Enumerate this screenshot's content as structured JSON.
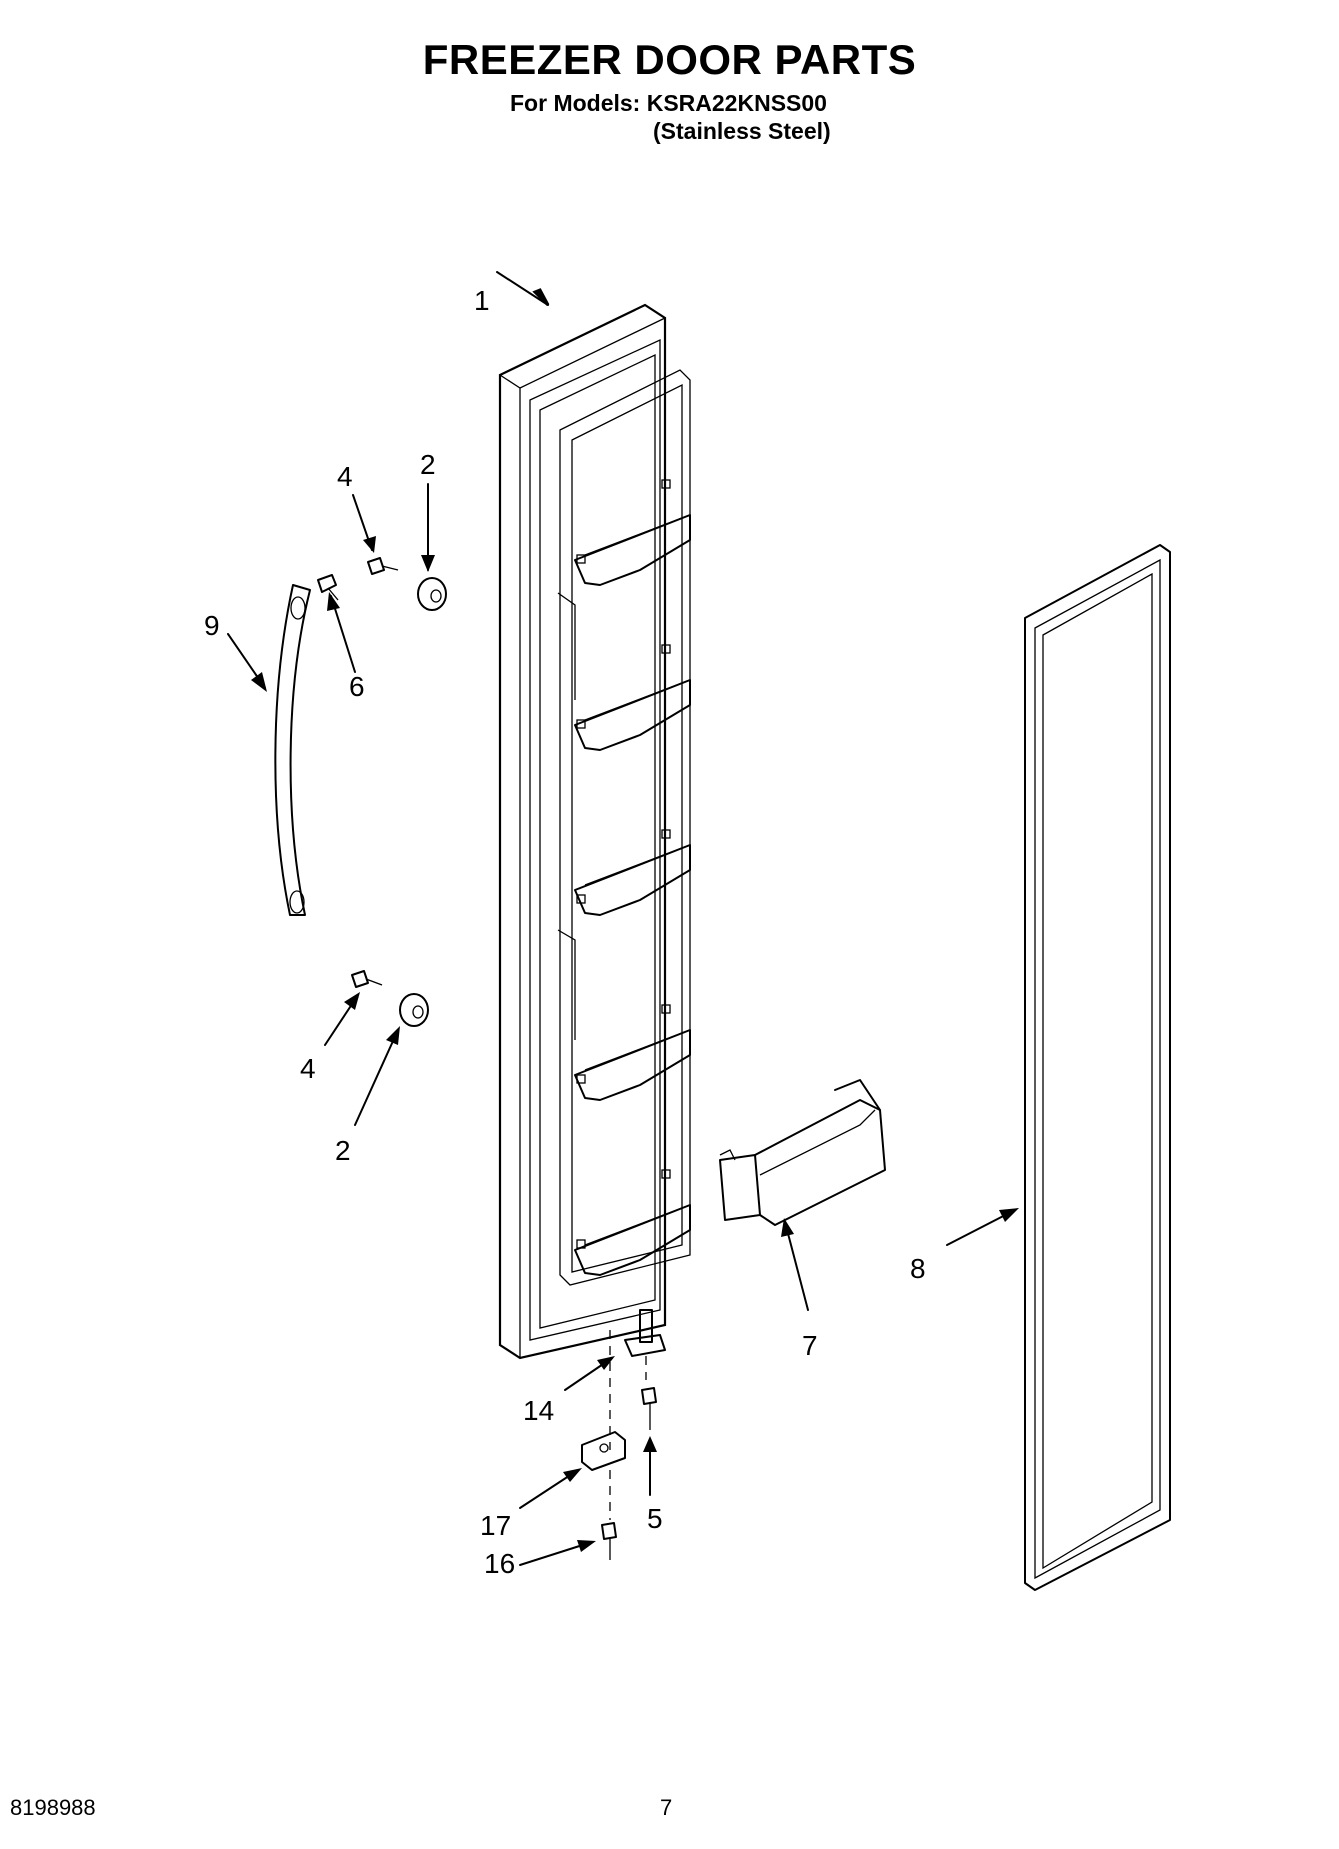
{
  "header": {
    "title": "FREEZER DOOR PARTS",
    "models_line": "For Models: KSRA22KNSS00",
    "finish_line": "(Stainless Steel)"
  },
  "callouts": {
    "c1": "1",
    "c2a": "2",
    "c2b": "2",
    "c4a": "4",
    "c4b": "4",
    "c5": "5",
    "c6": "6",
    "c7": "7",
    "c8": "8",
    "c9": "9",
    "c14": "14",
    "c16": "16",
    "c17": "17"
  },
  "footer": {
    "doc_number": "8198988",
    "page_number": "7"
  }
}
